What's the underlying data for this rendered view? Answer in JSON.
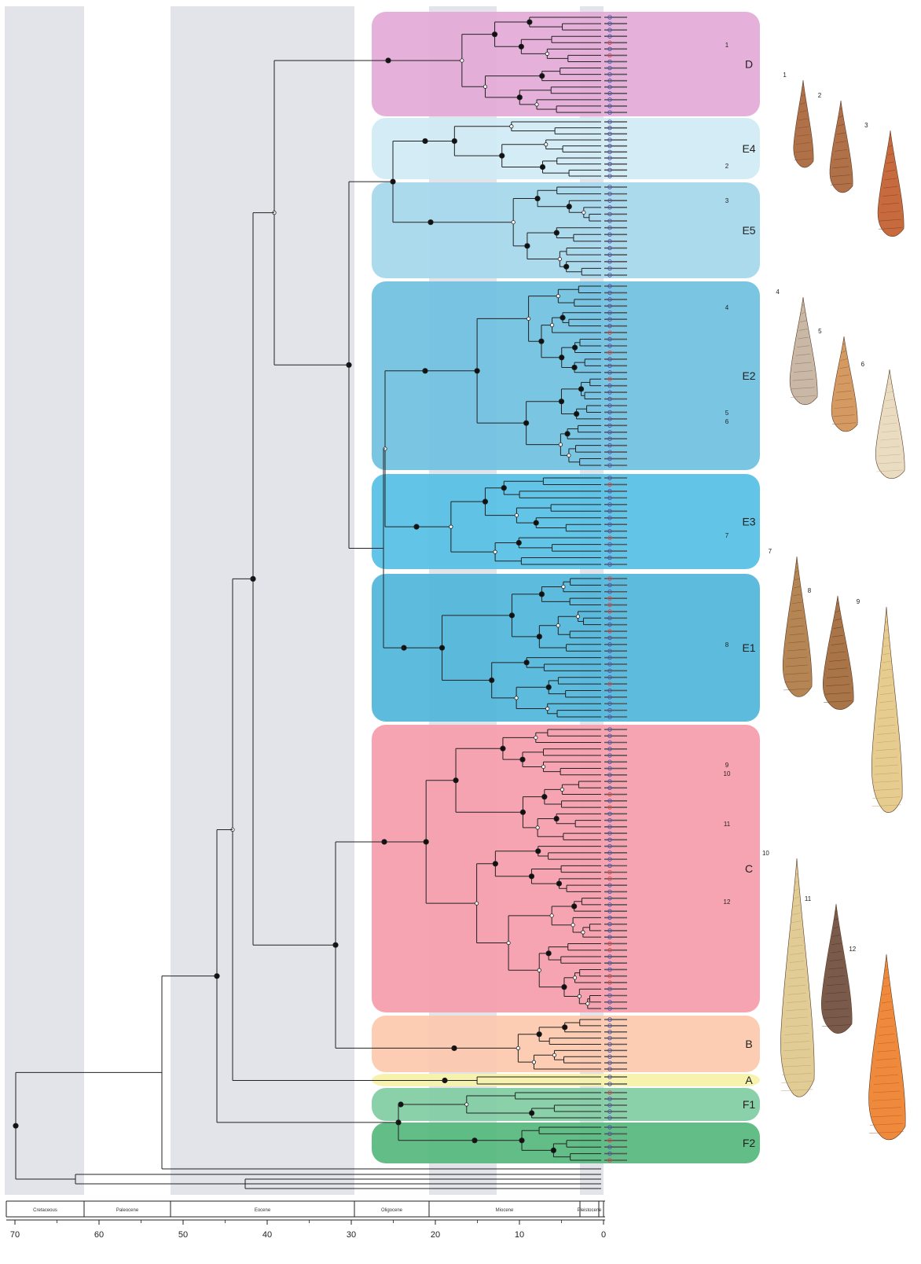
{
  "axis": {
    "ticks": [
      "70",
      "60",
      "50",
      "40",
      "30",
      "20",
      "10",
      "0"
    ],
    "epochs": [
      "Cretaceous",
      "Paleocene",
      "Eocene",
      "Oligocene",
      "Miocene",
      "Pleistocene"
    ]
  },
  "clades": [
    {
      "label": "D",
      "color": "#e3a9d6",
      "num": "1"
    },
    {
      "label": "E4",
      "color": "#cfeaf4",
      "num": "2"
    },
    {
      "label": "E5",
      "color": "#a5d7ec",
      "num": "3"
    },
    {
      "label": "E2",
      "color": "#6ec0e0",
      "num": "4"
    },
    {
      "label": "E3",
      "color": "#55bfe4",
      "num": "7"
    },
    {
      "label": "E1",
      "color": "#4fb5da",
      "num": "8"
    },
    {
      "label": "C",
      "color": "#f69cab",
      "num": "9"
    },
    {
      "label": "B",
      "color": "#fcc8ad",
      "num": ""
    },
    {
      "label": "A",
      "color": "#f6f2a8",
      "num": ""
    },
    {
      "label": "F1",
      "color": "#80cda3",
      "num": ""
    },
    {
      "label": "F2",
      "color": "#55b97c",
      "num": ""
    }
  ],
  "clade_numbers": [
    "1",
    "2",
    "3",
    "4",
    "5",
    "6",
    "7",
    "8",
    "9",
    "10",
    "11",
    "12"
  ],
  "shell_numbers": [
    "1",
    "2",
    "3",
    "4",
    "5",
    "6",
    "7",
    "8",
    "9",
    "10",
    "11",
    "12"
  ],
  "colors": {
    "band_grey": "#e3e3ea",
    "shell_brown": "#b07048",
    "shell_dark": "#6d4a36",
    "shell_cream": "#e9dcc0",
    "shell_orange": "#ef8a3c",
    "node_black": "#111111",
    "marker_blue": "#4a52b8",
    "marker_red": "#e3424c"
  }
}
